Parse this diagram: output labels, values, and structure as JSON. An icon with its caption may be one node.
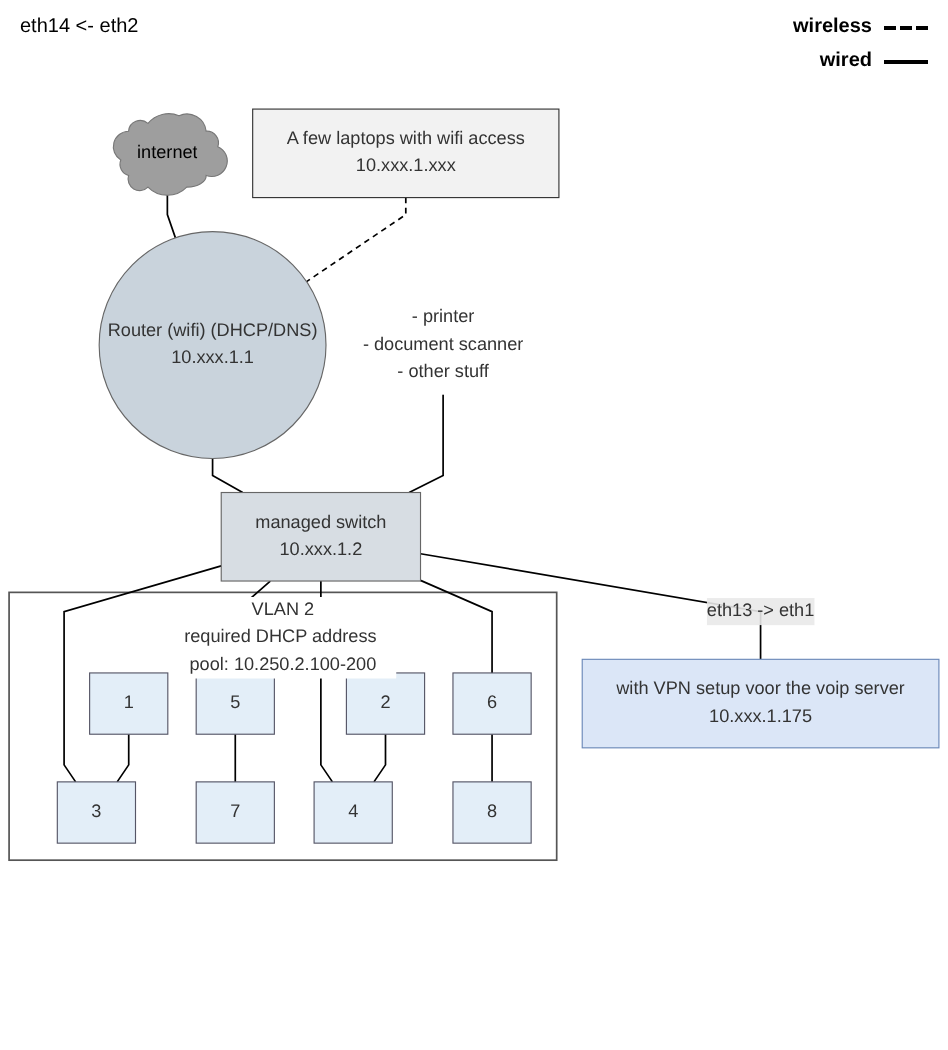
{
  "diagram": {
    "nodes": [
      {
        "text": [
          "internet"
        ]
      },
      {
        "text": [
          "A few laptops with wifi access",
          "10.xxx.1.xxx"
        ]
      },
      {
        "text": [
          "Router (wifi) (DHCP/DNS)",
          "10.xxx.1.1"
        ]
      },
      {
        "text": [
          "- printer",
          "- document scanner",
          "- other stuff"
        ]
      },
      {
        "text": [
          "managed switch",
          "10.xxx.1.2"
        ]
      },
      {
        "text": [
          "with VPN setup voor the voip server",
          "10.xxx.1.175"
        ]
      },
      {
        "text": [
          "VLAN 2",
          "required DHCP address pool: 10.250.2.100-200"
        ]
      },
      {
        "text": [
          "1"
        ],
        "in": 6
      },
      {
        "text": [
          "3"
        ],
        "in": 6
      },
      {
        "text": [
          "5"
        ],
        "in": 6
      },
      {
        "text": [
          "7"
        ],
        "in": 6
      },
      {
        "text": [
          "2"
        ],
        "in": 6
      },
      {
        "text": [
          "4"
        ],
        "in": 6
      },
      {
        "text": [
          "6"
        ],
        "in": 6
      },
      {
        "text": [
          "8"
        ],
        "in": 6
      }
    ],
    "edges": [
      {
        "from": 0,
        "to": 2,
        "arrow": "none"
      },
      {
        "from": 1,
        "to": 2,
        "arrow": "none",
        "style": "dashed"
      },
      {
        "from": 2,
        "to": 4,
        "arrow": "none"
      },
      {
        "from": 3,
        "to": 4,
        "arrow": "none"
      },
      {
        "from": 4,
        "to": 5,
        "arrow": "none",
        "label": "eth13 -> eth1"
      },
      {
        "from": 4,
        "to": 8,
        "arrow": "none"
      },
      {
        "from": 4,
        "to": 9,
        "arrow": "none"
      },
      {
        "from": 4,
        "to": 12,
        "arrow": "none"
      },
      {
        "from": 4,
        "to": 13,
        "arrow": "none"
      },
      {
        "from": 7,
        "to": 8,
        "arrow": "none"
      },
      {
        "from": 9,
        "to": 10,
        "arrow": "none"
      },
      {
        "from": 11,
        "to": 12,
        "arrow": "none"
      },
      {
        "from": 13,
        "to": 14,
        "arrow": "none"
      }
    ],
    "labels": [
      "eth14 <- eth2"
    ],
    "legend": [
      {
        "text": "wireless"
      },
      {
        "text": "wired"
      }
    ]
  }
}
